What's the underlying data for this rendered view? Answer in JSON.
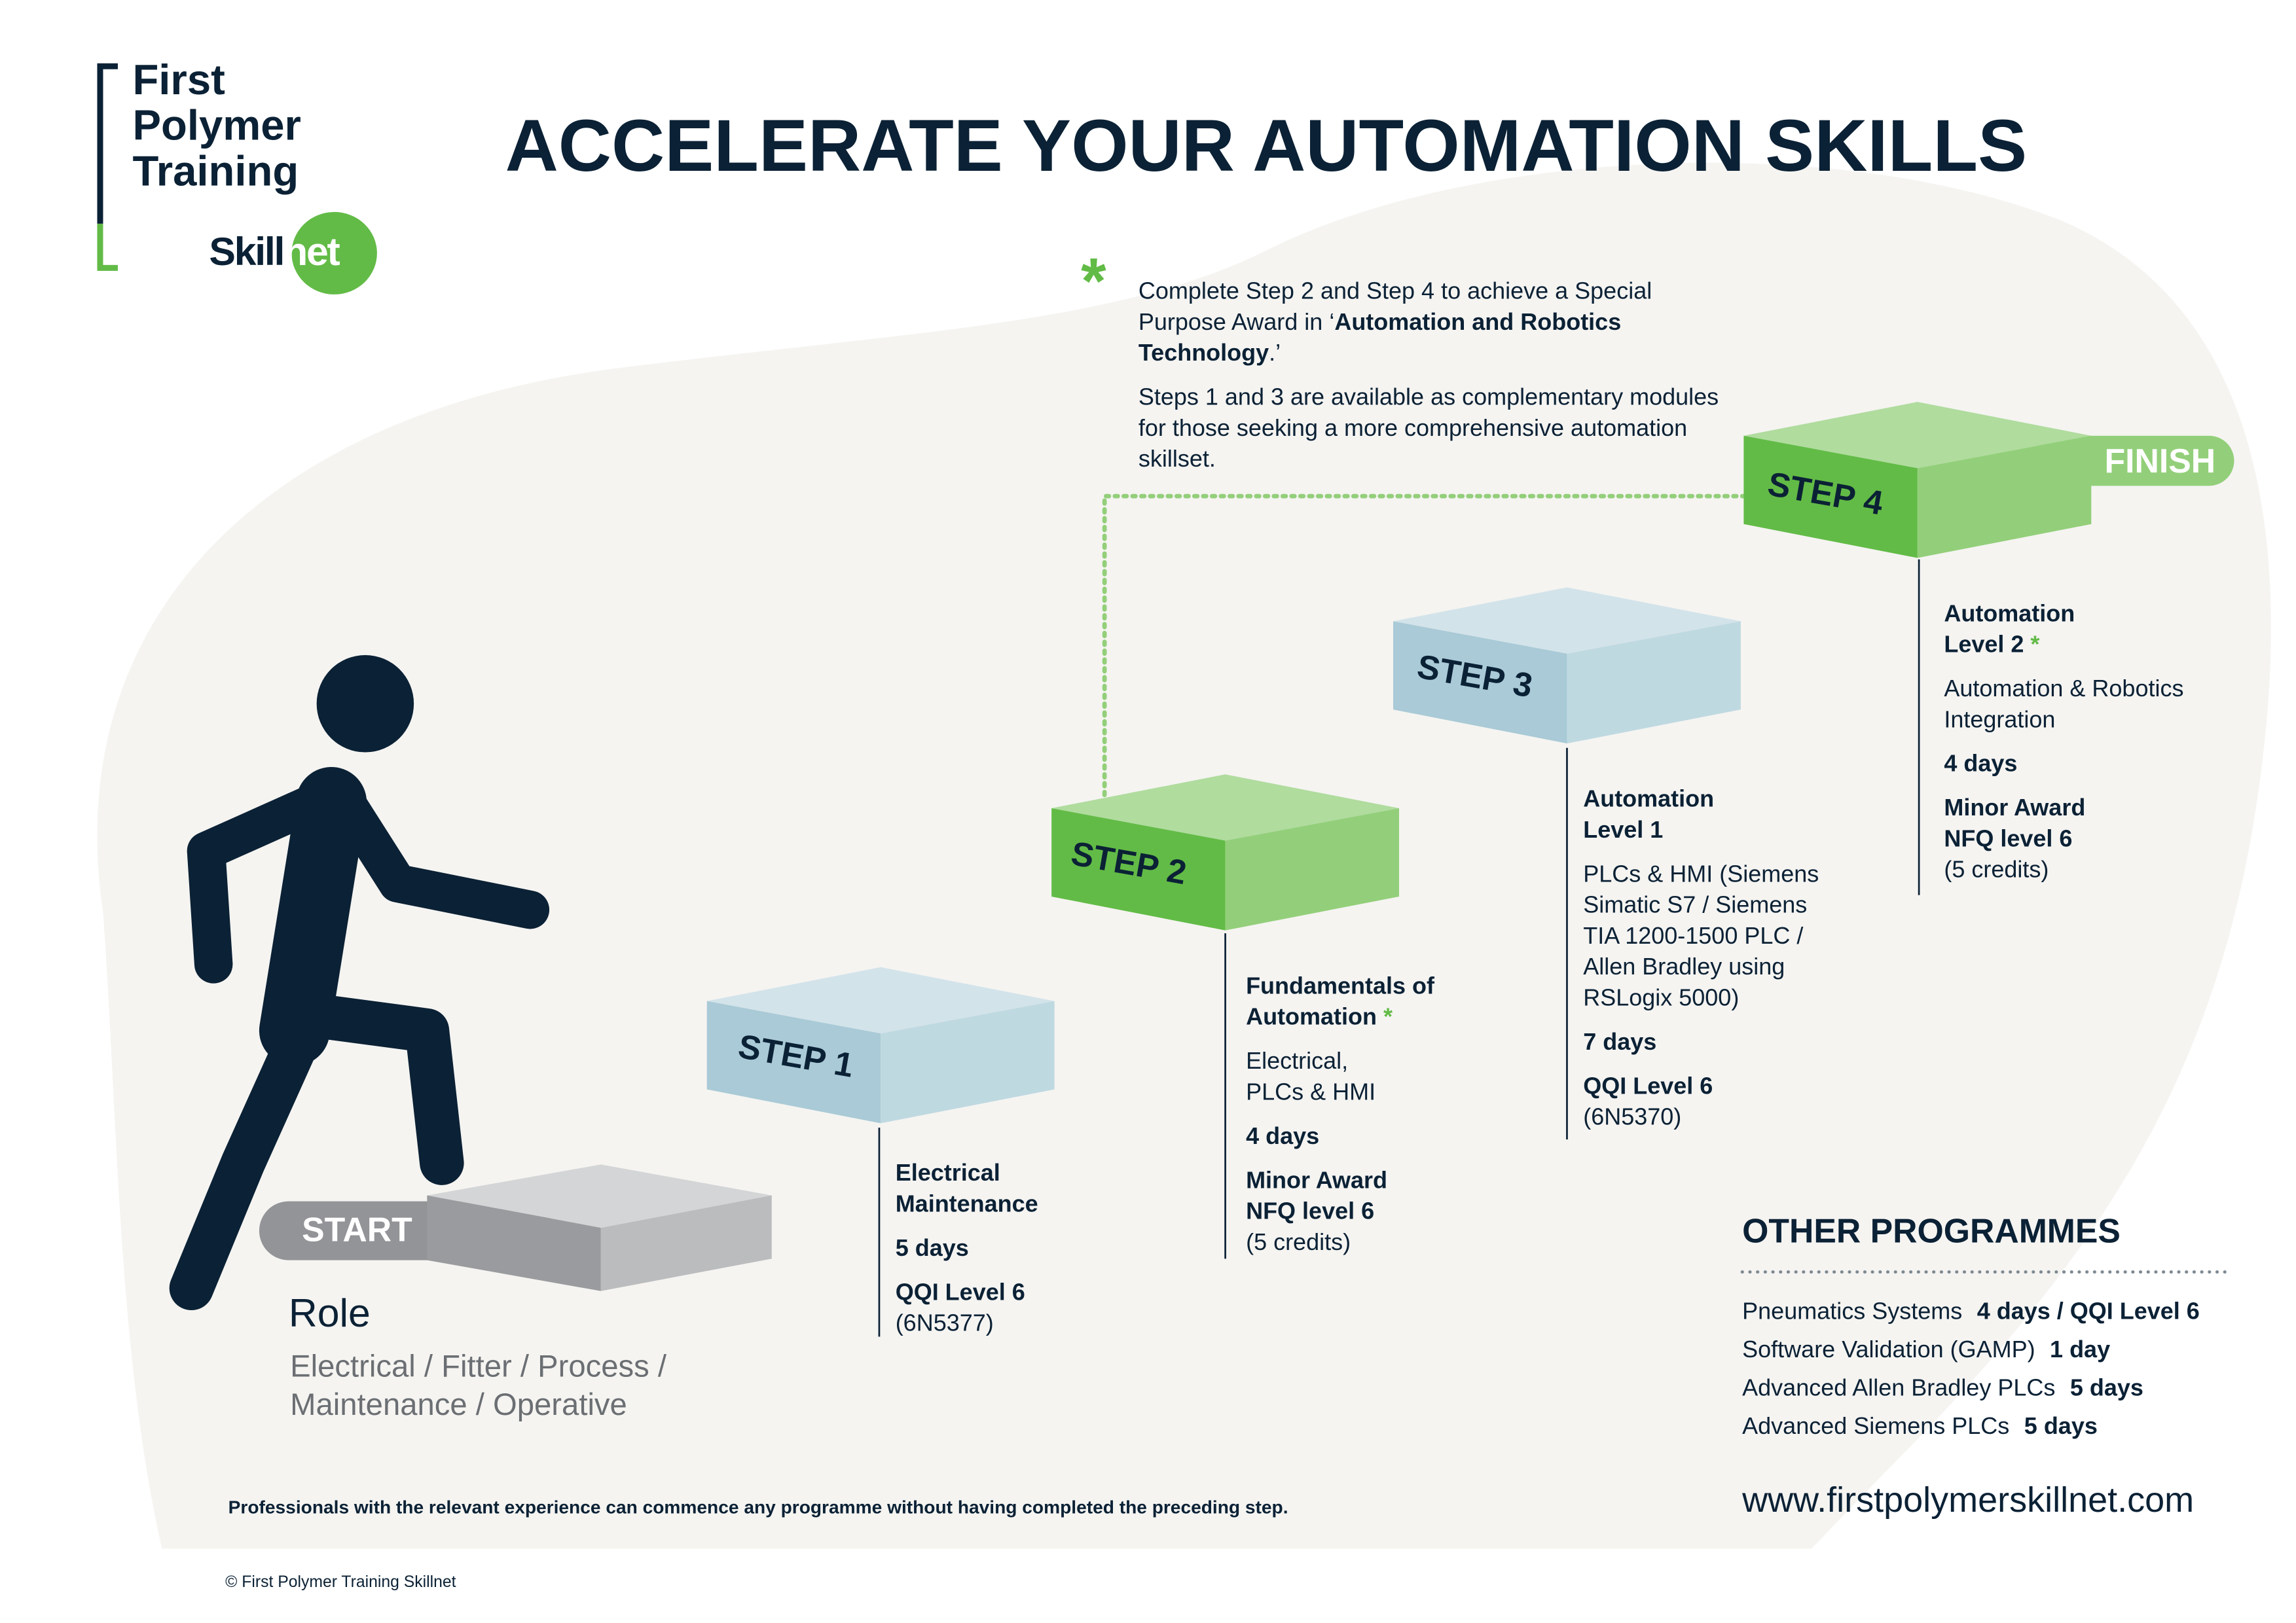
{
  "logo": {
    "line1": "First",
    "line2": "Polymer",
    "line3": "Training",
    "skill": "Skill",
    "net": "net"
  },
  "title": "ACCELERATE YOUR AUTOMATION SKILLS",
  "note": {
    "asterisk": "*",
    "para1_a": "Complete Step 2 and Step 4 to achieve a Special Purpose Award in ‘",
    "para1_b": "Automation and Robotics Technology",
    "para1_c": ".’",
    "para2": "Steps 1 and 3 are available as complementary modules for those seeking a more comprehensive automation skillset."
  },
  "start_label": "START",
  "finish_label": "FINISH",
  "steps": [
    {
      "label": "STEP 1",
      "name": "Electrical Maintenance",
      "star": "",
      "desc": "",
      "days": "5 days",
      "award": "QQI Level 6",
      "code": "(6N5377)"
    },
    {
      "label": "STEP 2",
      "name": "Fundamentals of Automation",
      "star": "*",
      "desc": "Electrical, PLCs & HMI",
      "days": "4 days",
      "award": "Minor Award NFQ level 6",
      "code": "(5 credits)"
    },
    {
      "label": "STEP 3",
      "name": "Automation Level 1",
      "star": "",
      "desc": "PLCs & HMI (Siemens Simatic S7 / Siemens TIA 1200-1500 PLC / Allen Bradley using RSLogix 5000)",
      "days": "7 days",
      "award": "QQI Level 6",
      "code": "(6N5370)"
    },
    {
      "label": "STEP 4",
      "name": "Automation Level 2",
      "star": "*",
      "desc": "Automation & Robotics Integration",
      "days": "4 days",
      "award": "Minor Award NFQ level 6",
      "code": "(5 credits)"
    }
  ],
  "role": {
    "heading": "Role",
    "text": "Electrical / Fitter / Process / Maintenance / Operative"
  },
  "other_programmes": {
    "heading": "OTHER PROGRAMMES",
    "items": [
      {
        "name": "Pneumatics Systems",
        "detail": "4 days / QQI Level 6"
      },
      {
        "name": "Software Validation (GAMP)",
        "detail": "1 day"
      },
      {
        "name": "Advanced Allen Bradley PLCs",
        "detail": "5 days"
      },
      {
        "name": "Advanced Siemens PLCs",
        "detail": "5 days"
      }
    ],
    "url": "www.firstpolymerskillnet.com"
  },
  "footer_note": "Professionals with the relevant experience can commence any programme without having completed the preceding step.",
  "copyright": "© First Polymer Training Skillnet",
  "colors": {
    "navy": "#0b2135",
    "green": "#62bb46",
    "light_green": "#93cf7a",
    "blue": "#bfd9e1",
    "background_blob": "#f5f4f1"
  }
}
